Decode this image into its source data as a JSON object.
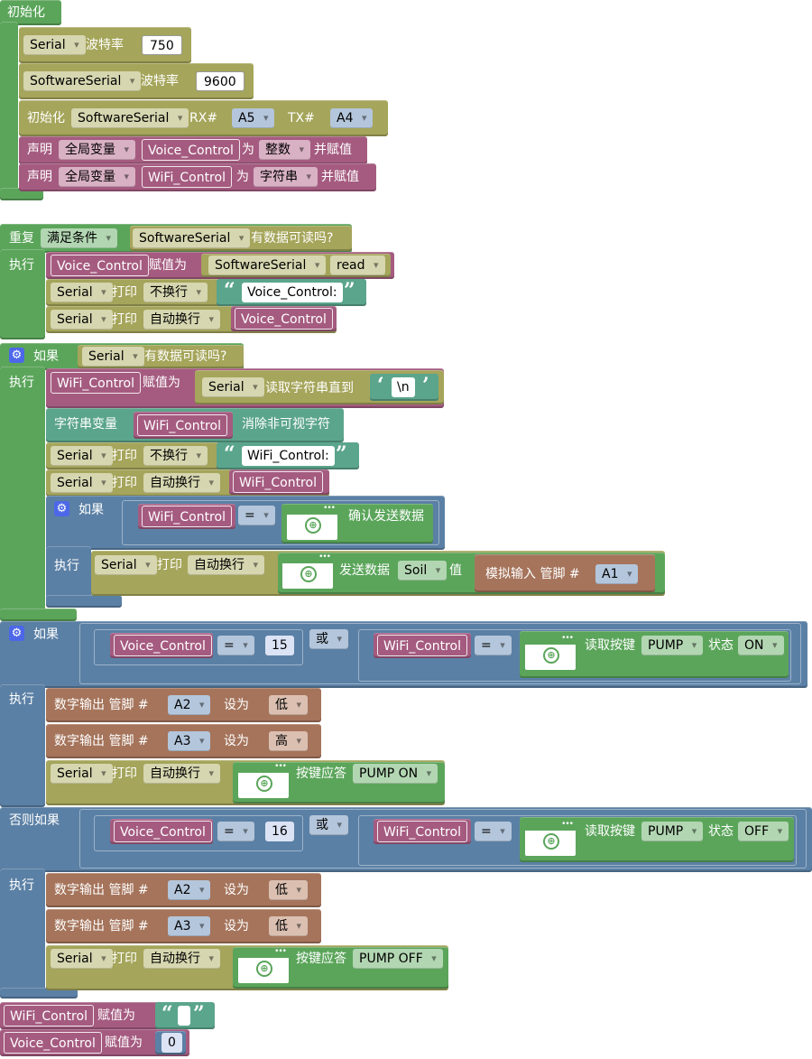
{
  "setup": {
    "hat": "初始化"
  },
  "serial": {
    "port": "Serial",
    "baud_label": "波特率",
    "baud": "750"
  },
  "softserial": {
    "port": "SoftwareSerial",
    "baud_label": "波特率",
    "baud": "9600"
  },
  "softinit": {
    "label": "初始化",
    "port": "SoftwareSerial",
    "rx_label": "RX#",
    "rx": "A5",
    "tx_label": "TX#",
    "tx": "A4"
  },
  "decl1": {
    "label": "声明",
    "scope": "全局变量",
    "name": "Voice_Control",
    "as": "为",
    "type": "整数",
    "assign": "并赋值"
  },
  "decl2": {
    "label": "声明",
    "scope": "全局变量",
    "name": "WiFi_Control",
    "as": "为",
    "type": "字符串",
    "assign": "并赋值"
  },
  "loop": {
    "repeat": "重复",
    "mode": "满足条件",
    "port": "SoftwareSerial",
    "cond_label": "有数据可读吗?",
    "exec": "执行"
  },
  "l1": {
    "var": "Voice_Control",
    "assign": "赋值为",
    "port": "SoftwareSerial",
    "method": "read"
  },
  "l2": {
    "port": "Serial",
    "print": "打印",
    "mode": "不换行",
    "text": "Voice_Control:"
  },
  "l3": {
    "port": "Serial",
    "print": "打印",
    "mode": "自动换行",
    "var": "Voice_Control"
  },
  "if1": {
    "label": "如果",
    "port": "Serial",
    "cond_label": "有数据可读吗?",
    "exec": "执行"
  },
  "if1a": {
    "var": "WiFi_Control",
    "assign": "赋值为",
    "port": "Serial",
    "read_label": "读取字符串直到",
    "char": "\\n"
  },
  "if1b": {
    "label": "字符串变量",
    "var": "WiFi_Control",
    "action": "消除非可视字符"
  },
  "if1c": {
    "port": "Serial",
    "print": "打印",
    "mode": "不换行",
    "text": "WiFi_Control:"
  },
  "if1d": {
    "port": "Serial",
    "print": "打印",
    "mode": "自动换行",
    "var": "WiFi_Control"
  },
  "if2": {
    "label": "如果",
    "var": "WiFi_Control",
    "op": "=",
    "confirm": "确认发送数据",
    "exec": "执行"
  },
  "if2a": {
    "port": "Serial",
    "print": "打印",
    "mode": "自动换行",
    "send": "发送数据",
    "key": "Soil",
    "value_label": "值",
    "analog": "模拟输入 管脚 #",
    "pin": "A1"
  },
  "if3": {
    "label": "如果",
    "var1": "Voice_Control",
    "op1": "=",
    "num1": "15",
    "or": "或",
    "var2": "WiFi_Control",
    "op2": "=",
    "read_key": "读取按键",
    "key": "PUMP",
    "state_label": "状态",
    "state": "ON",
    "exec": "执行"
  },
  "d1": {
    "label": "数字输出 管脚 #",
    "pin": "A2",
    "set": "设为",
    "level": "低"
  },
  "d2": {
    "label": "数字输出 管脚 #",
    "pin": "A3",
    "set": "设为",
    "level": "高"
  },
  "p1": {
    "port": "Serial",
    "print": "打印",
    "mode": "自动换行",
    "reply": "按键应答",
    "value": "PUMP ON"
  },
  "elif": {
    "label": "否则如果",
    "var1": "Voice_Control",
    "op1": "=",
    "num1": "16",
    "or": "或",
    "var2": "WiFi_Control",
    "op2": "=",
    "read_key": "读取按键",
    "key": "PUMP",
    "state_label": "状态",
    "state": "OFF",
    "exec": "执行"
  },
  "d3": {
    "label": "数字输出 管脚 #",
    "pin": "A2",
    "set": "设为",
    "level": "低"
  },
  "d4": {
    "label": "数字输出 管脚 #",
    "pin": "A3",
    "set": "设为",
    "level": "低"
  },
  "p2": {
    "port": "Serial",
    "print": "打印",
    "mode": "自动换行",
    "reply": "按键应答",
    "value": "PUMP OFF"
  },
  "end1": {
    "var": "WiFi_Control",
    "assign": "赋值为"
  },
  "end2": {
    "var": "Voice_Control",
    "assign": "赋值为",
    "num": "0"
  },
  "icons": {
    "gear": "gear-icon",
    "web": "web-app-icon"
  },
  "colors": {
    "control": "#5ba55b",
    "serial": "#a5a55b",
    "variable": "#a55b80",
    "text": "#5ba58c",
    "logic": "#5b80a5",
    "io": "#a5745b"
  }
}
